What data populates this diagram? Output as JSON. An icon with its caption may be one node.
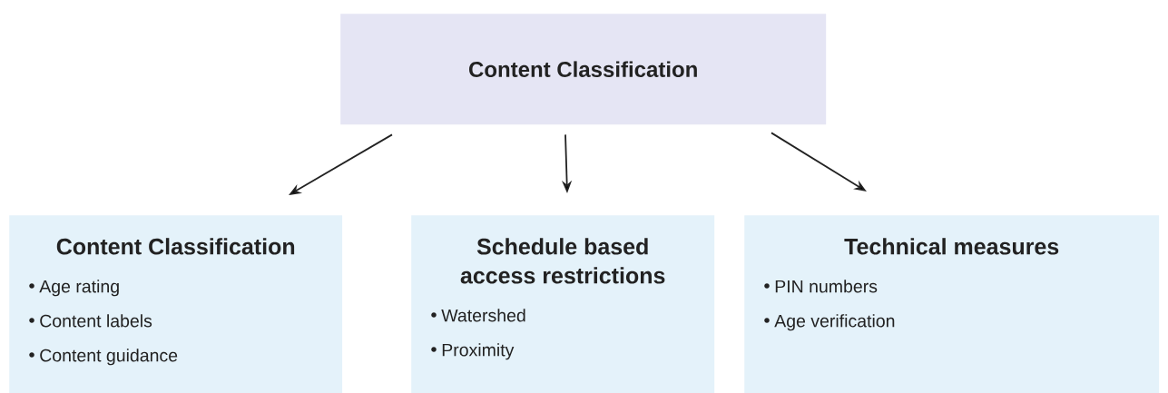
{
  "diagram": {
    "nodes": [
      {
        "text": [
          "Content Classification"
        ]
      },
      {
        "text": [
          "Content Classification",
          "Age rating",
          "Content labels",
          "Content guidance"
        ]
      },
      {
        "text": [
          "Schedule based access restrictions",
          "Watershed",
          "Proximity"
        ]
      },
      {
        "text": [
          "Technical measures",
          "PIN numbers",
          "Age verification"
        ]
      }
    ],
    "edges": [
      {
        "from": 0,
        "to": 1,
        "arrow": "to"
      },
      {
        "from": 0,
        "to": 2,
        "arrow": "to"
      },
      {
        "from": 0,
        "to": 3,
        "arrow": "to"
      }
    ]
  }
}
